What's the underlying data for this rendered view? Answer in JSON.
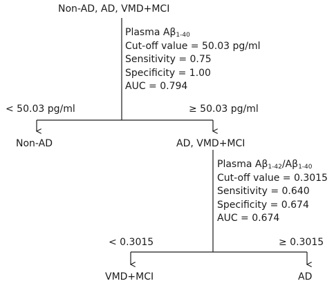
{
  "root": {
    "label": "Non-AD, AD, VMD+MCI"
  },
  "split1": {
    "marker_prefix": "Plasma Aβ",
    "marker_sub": "1-40",
    "cutoff": "Cut-off value = 50.03 pg/ml",
    "sensitivity": "Sensitivity = 0.75",
    "specificity": "Specificity = 1.00",
    "auc": "AUC = 0.794",
    "left_condition": "< 50.03 pg/ml",
    "right_condition": "≥ 50.03 pg/ml",
    "left_outcome": "Non-AD",
    "right_outcome": "AD, VMD+MCI"
  },
  "split2": {
    "marker_prefix_a": "Plasma Aβ",
    "marker_sub_a": "1-42",
    "marker_mid": "/Aβ",
    "marker_sub_b": "1-40",
    "cutoff": "Cut-off value = 0.3015",
    "sensitivity": "Sensitivity = 0.640",
    "specificity": "Specificity = 0.674",
    "auc": "AUC = 0.674",
    "left_condition": "< 0.3015",
    "right_condition": "≥ 0.3015",
    "left_outcome": "VMD+MCI",
    "right_outcome": "AD"
  }
}
